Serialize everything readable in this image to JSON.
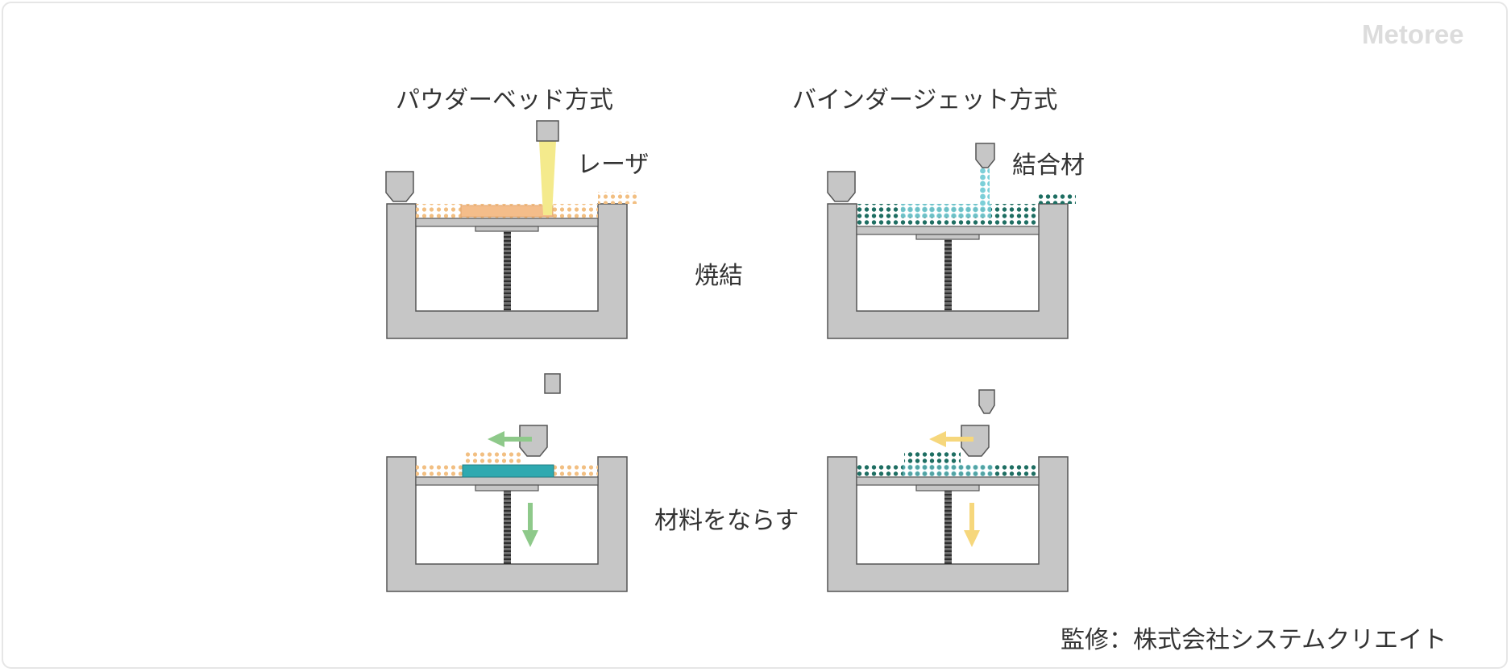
{
  "watermark": "Metoree",
  "left_column": {
    "title": "パウダーベッド方式",
    "energy_label": "レーザ"
  },
  "right_column": {
    "title": "バインダージェット方式",
    "energy_label": "結合材"
  },
  "step_labels": {
    "step1": "焼結",
    "step2": "材料をならす"
  },
  "credit": "監修：株式会社システムクリエイト",
  "colors": {
    "frame_gray": "#c6c6c6",
    "frame_stroke": "#555555",
    "powder_orange": "#f2bf82",
    "laser_yellow": "#f4ea8c",
    "sintered_part": "#f4bd8a",
    "solid_part": "#2fa9b0",
    "binder_dot": "#1e6e62",
    "binder_jet": "#7ccfd8",
    "arrow_green": "#8ec98a",
    "arrow_yellow": "#f6d77c"
  }
}
